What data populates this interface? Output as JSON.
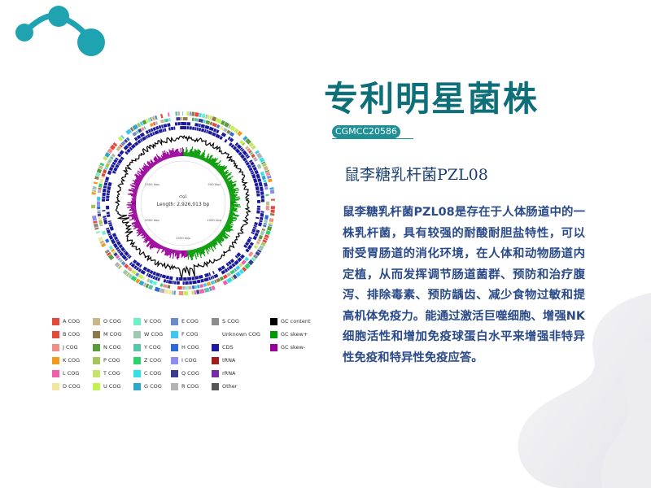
{
  "header": {
    "title": "专利明星菌株",
    "strain_id": "CGMCC20586"
  },
  "content": {
    "subtitle": "鼠李糖乳杆菌PZL08",
    "description": "鼠李糖乳杆菌PZL08是存在于人体肠道中的一株乳杆菌，具有较强的耐酸耐胆盐特性，可以耐受胃肠道的消化环境，在人体和动物肠道内定植，从而发挥调节肠道菌群、预防和治疗腹泻、排除毒素、预防龋齿、减少食物过敏和提高机体免疫力。能通过激活巨噬细胞、增强NK细胞活性和增加免疫球蛋白水平来增强非特异性免疫和特异性免疫应答。"
  },
  "genome_map": {
    "center_name": "ctg1",
    "length_text": "Length: 2,926,013 bp",
    "ticks": [
      "500 kbp",
      "1000 kbp",
      "1500 kbp",
      "2000 kbp",
      "2500 kbp"
    ],
    "colors": {
      "gc_content": "#000000",
      "gc_skew_plus": "#009900",
      "gc_skew_minus": "#990099",
      "cds": "#1b1b9a"
    }
  },
  "legend": [
    {
      "label": "A COG",
      "color": "#e8473c"
    },
    {
      "label": "B COG",
      "color": "#e8473c"
    },
    {
      "label": "J COG",
      "color": "#ee8f8a"
    },
    {
      "label": "K COG",
      "color": "#f29a1c"
    },
    {
      "label": "L COG",
      "color": "#ef5fae"
    },
    {
      "label": "D COG",
      "color": "#f0e6a0"
    },
    {
      "label": "O COG",
      "color": "#c8b98c"
    },
    {
      "label": "M COG",
      "color": "#8c7a4a"
    },
    {
      "label": "N COG",
      "color": "#5a9c3c"
    },
    {
      "label": "P COG",
      "color": "#a7c55c"
    },
    {
      "label": "T COG",
      "color": "#c6e46a"
    },
    {
      "label": "U COG",
      "color": "#c2f250"
    },
    {
      "label": "V COG",
      "color": "#6ff0c8"
    },
    {
      "label": "W COG",
      "color": "#a0c8b0"
    },
    {
      "label": "Y COG",
      "color": "#58c4a8"
    },
    {
      "label": "Z COG",
      "color": "#2bd36e"
    },
    {
      "label": "C COG",
      "color": "#34e0e8"
    },
    {
      "label": "G COG",
      "color": "#2ca8c8"
    },
    {
      "label": "E COG",
      "color": "#6c8cc8"
    },
    {
      "label": "F COG",
      "color": "#3cc8f0"
    },
    {
      "label": "H COG",
      "color": "#2c6cd8"
    },
    {
      "label": "I COG",
      "color": "#8c8cf0"
    },
    {
      "label": "Q COG",
      "color": "#3c3c8c"
    },
    {
      "label": "R COG",
      "color": "#b4b4b4"
    },
    {
      "label": "S COG",
      "color": "#8c8c8c"
    },
    {
      "label": "Unknown COG",
      "color": "#ffffff"
    },
    {
      "label": "CDS",
      "color": "#1b1b9a"
    },
    {
      "label": "tRNA",
      "color": "#a01c1c"
    },
    {
      "label": "rRNA",
      "color": "#7a2ca8"
    },
    {
      "label": "Other",
      "color": "#555555"
    },
    {
      "label": "GC content",
      "color": "#000000"
    },
    {
      "label": "GC skew+",
      "color": "#009900"
    },
    {
      "label": "GC skew-",
      "color": "#990099"
    }
  ]
}
